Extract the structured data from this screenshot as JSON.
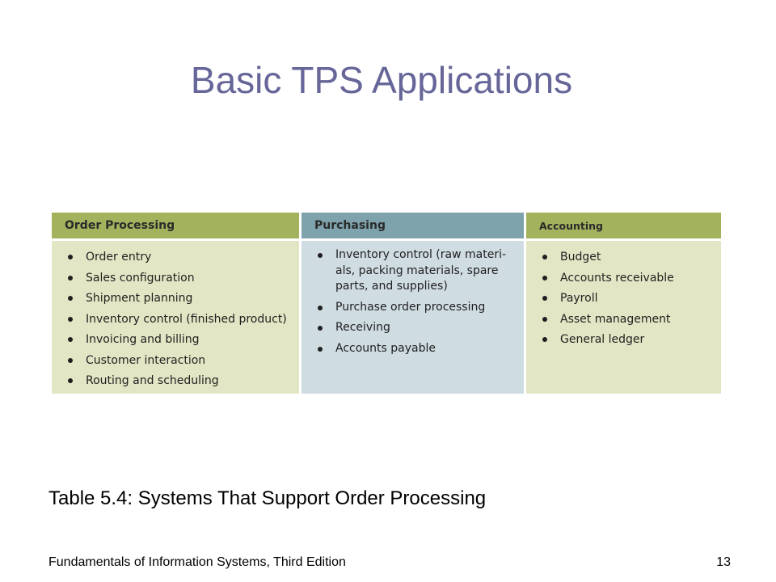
{
  "slide": {
    "title": "Basic TPS Applications",
    "caption": "Table 5.4: Systems That Support Order Processing",
    "footer_text": "Fundamentals of Information Systems, Third Edition",
    "page_number": "13"
  },
  "table": {
    "columns": [
      {
        "header": "Order Processing",
        "items": [
          "Order entry",
          "Sales configuration",
          "Shipment planning",
          "Inventory control (finished product)",
          "Invoicing and billing",
          "Customer interaction",
          "Routing and scheduling"
        ]
      },
      {
        "header": "Purchasing",
        "items": [
          "Inventory control (raw materi-als, packing materials, spare parts, and supplies)",
          "Purchase order processing",
          "Receiving",
          "Accounts payable"
        ]
      },
      {
        "header": "Accounting",
        "items": [
          "Budget",
          "Accounts receivable",
          "Payroll",
          "Asset management",
          "General ledger"
        ]
      }
    ]
  },
  "colors": {
    "title": "#666699",
    "header_green": "#a3b35d",
    "header_blue": "#7fa3ad",
    "body_green": "#e3e6c4",
    "body_blue": "#cfdce2"
  }
}
